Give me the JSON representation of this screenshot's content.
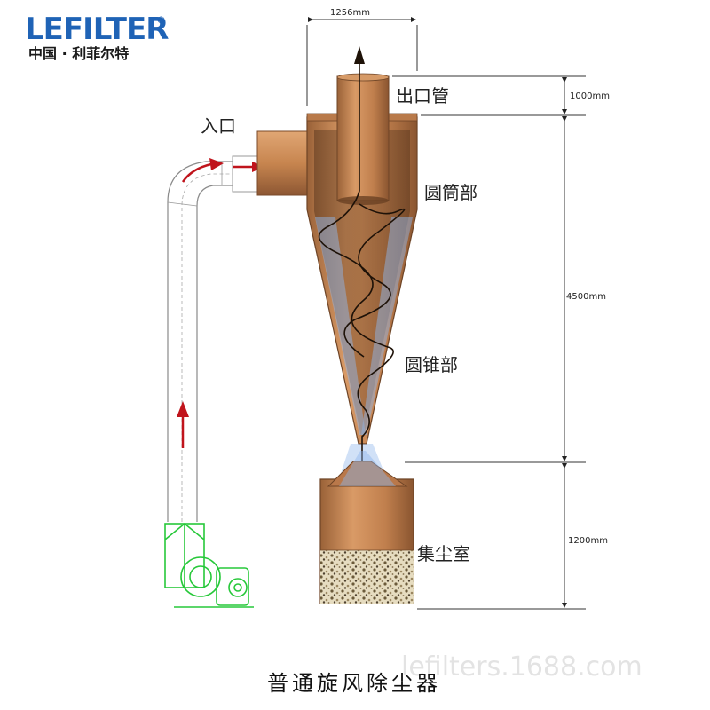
{
  "logo": {
    "brand": "LEFILTER",
    "registered": "®",
    "tagline": "中国 · 利菲尔特"
  },
  "labels": {
    "outlet_pipe": "出口管",
    "inlet": "入口",
    "cylinder_section": "圆筒部",
    "cone_section": "圆锥部",
    "dust_chamber": "集尘室"
  },
  "dimensions": {
    "width": "1256mm",
    "outlet_height": "1000mm",
    "body_height": "4500mm",
    "chamber_height": "1200mm"
  },
  "caption": "普通旋风除尘器",
  "watermark": "lefilters.1688.com",
  "colors": {
    "copper": "#c2804f",
    "copper_dark": "#8a5a34",
    "dust_blue": "#6f9fe0",
    "flow_red": "#c0141c",
    "fan_green": "#27c83a",
    "brand_blue": "#1f63b6"
  }
}
